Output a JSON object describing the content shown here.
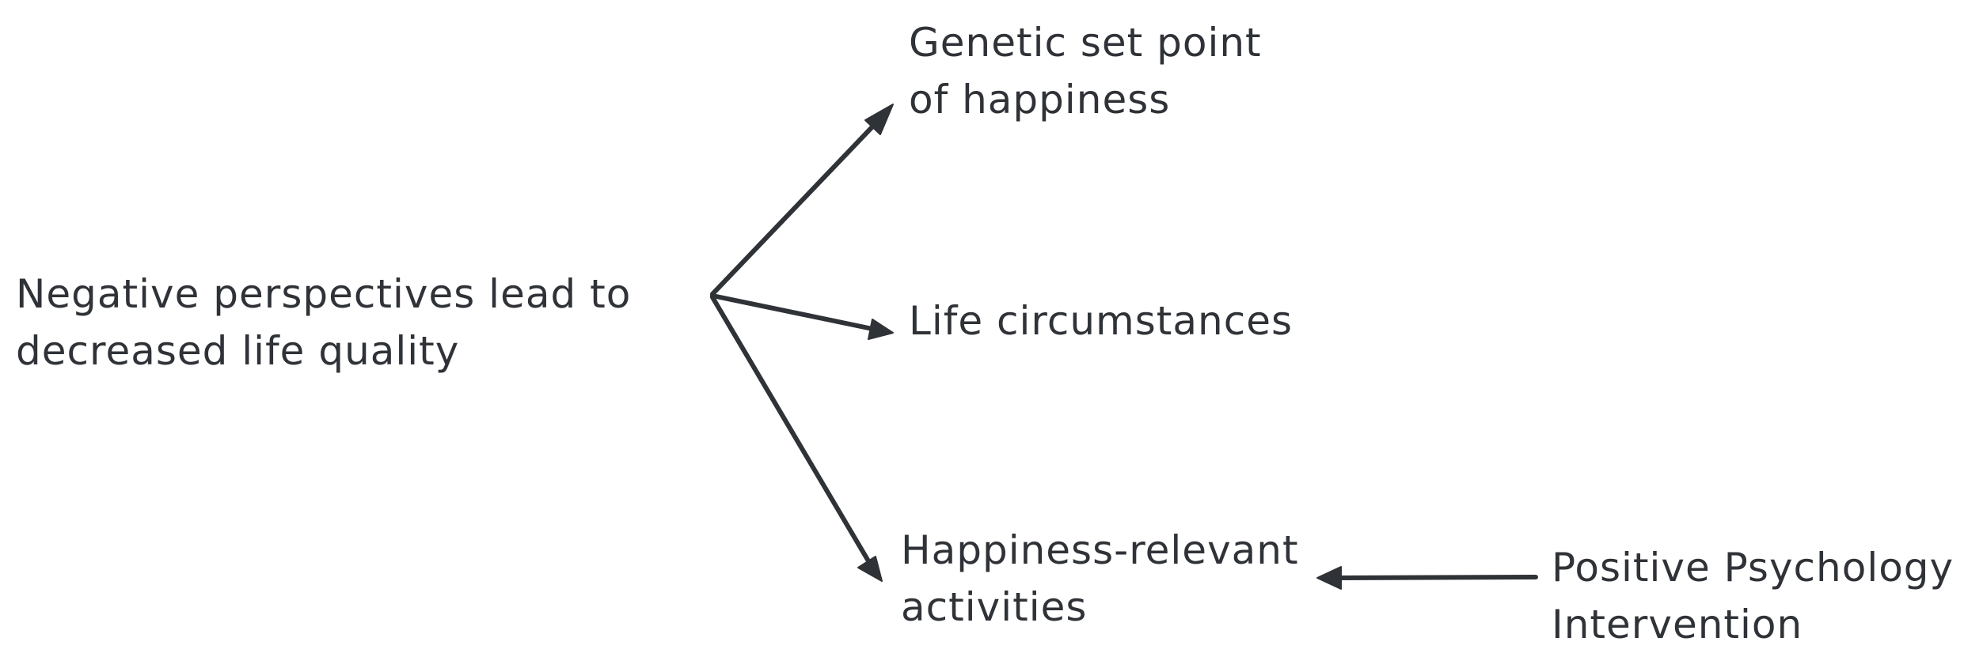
{
  "nodes": {
    "negative": {
      "line1": "Negative perspectives lead to",
      "line2": "decreased life quality"
    },
    "genetic": {
      "line1": "Genetic set point",
      "line2": "of happiness"
    },
    "life": {
      "line1": "Life circumstances"
    },
    "activities": {
      "line1": "Happiness-relevant",
      "line2": "activities"
    },
    "intervention": {
      "line1": "Positive Psychology",
      "line2": "Intervention"
    }
  },
  "edges": [
    {
      "from": "negative",
      "to": "genetic"
    },
    {
      "from": "negative",
      "to": "life"
    },
    {
      "from": "negative",
      "to": "activities"
    },
    {
      "from": "intervention",
      "to": "activities"
    }
  ],
  "colors": {
    "ink": "#2f3237",
    "background": "#ffffff"
  }
}
